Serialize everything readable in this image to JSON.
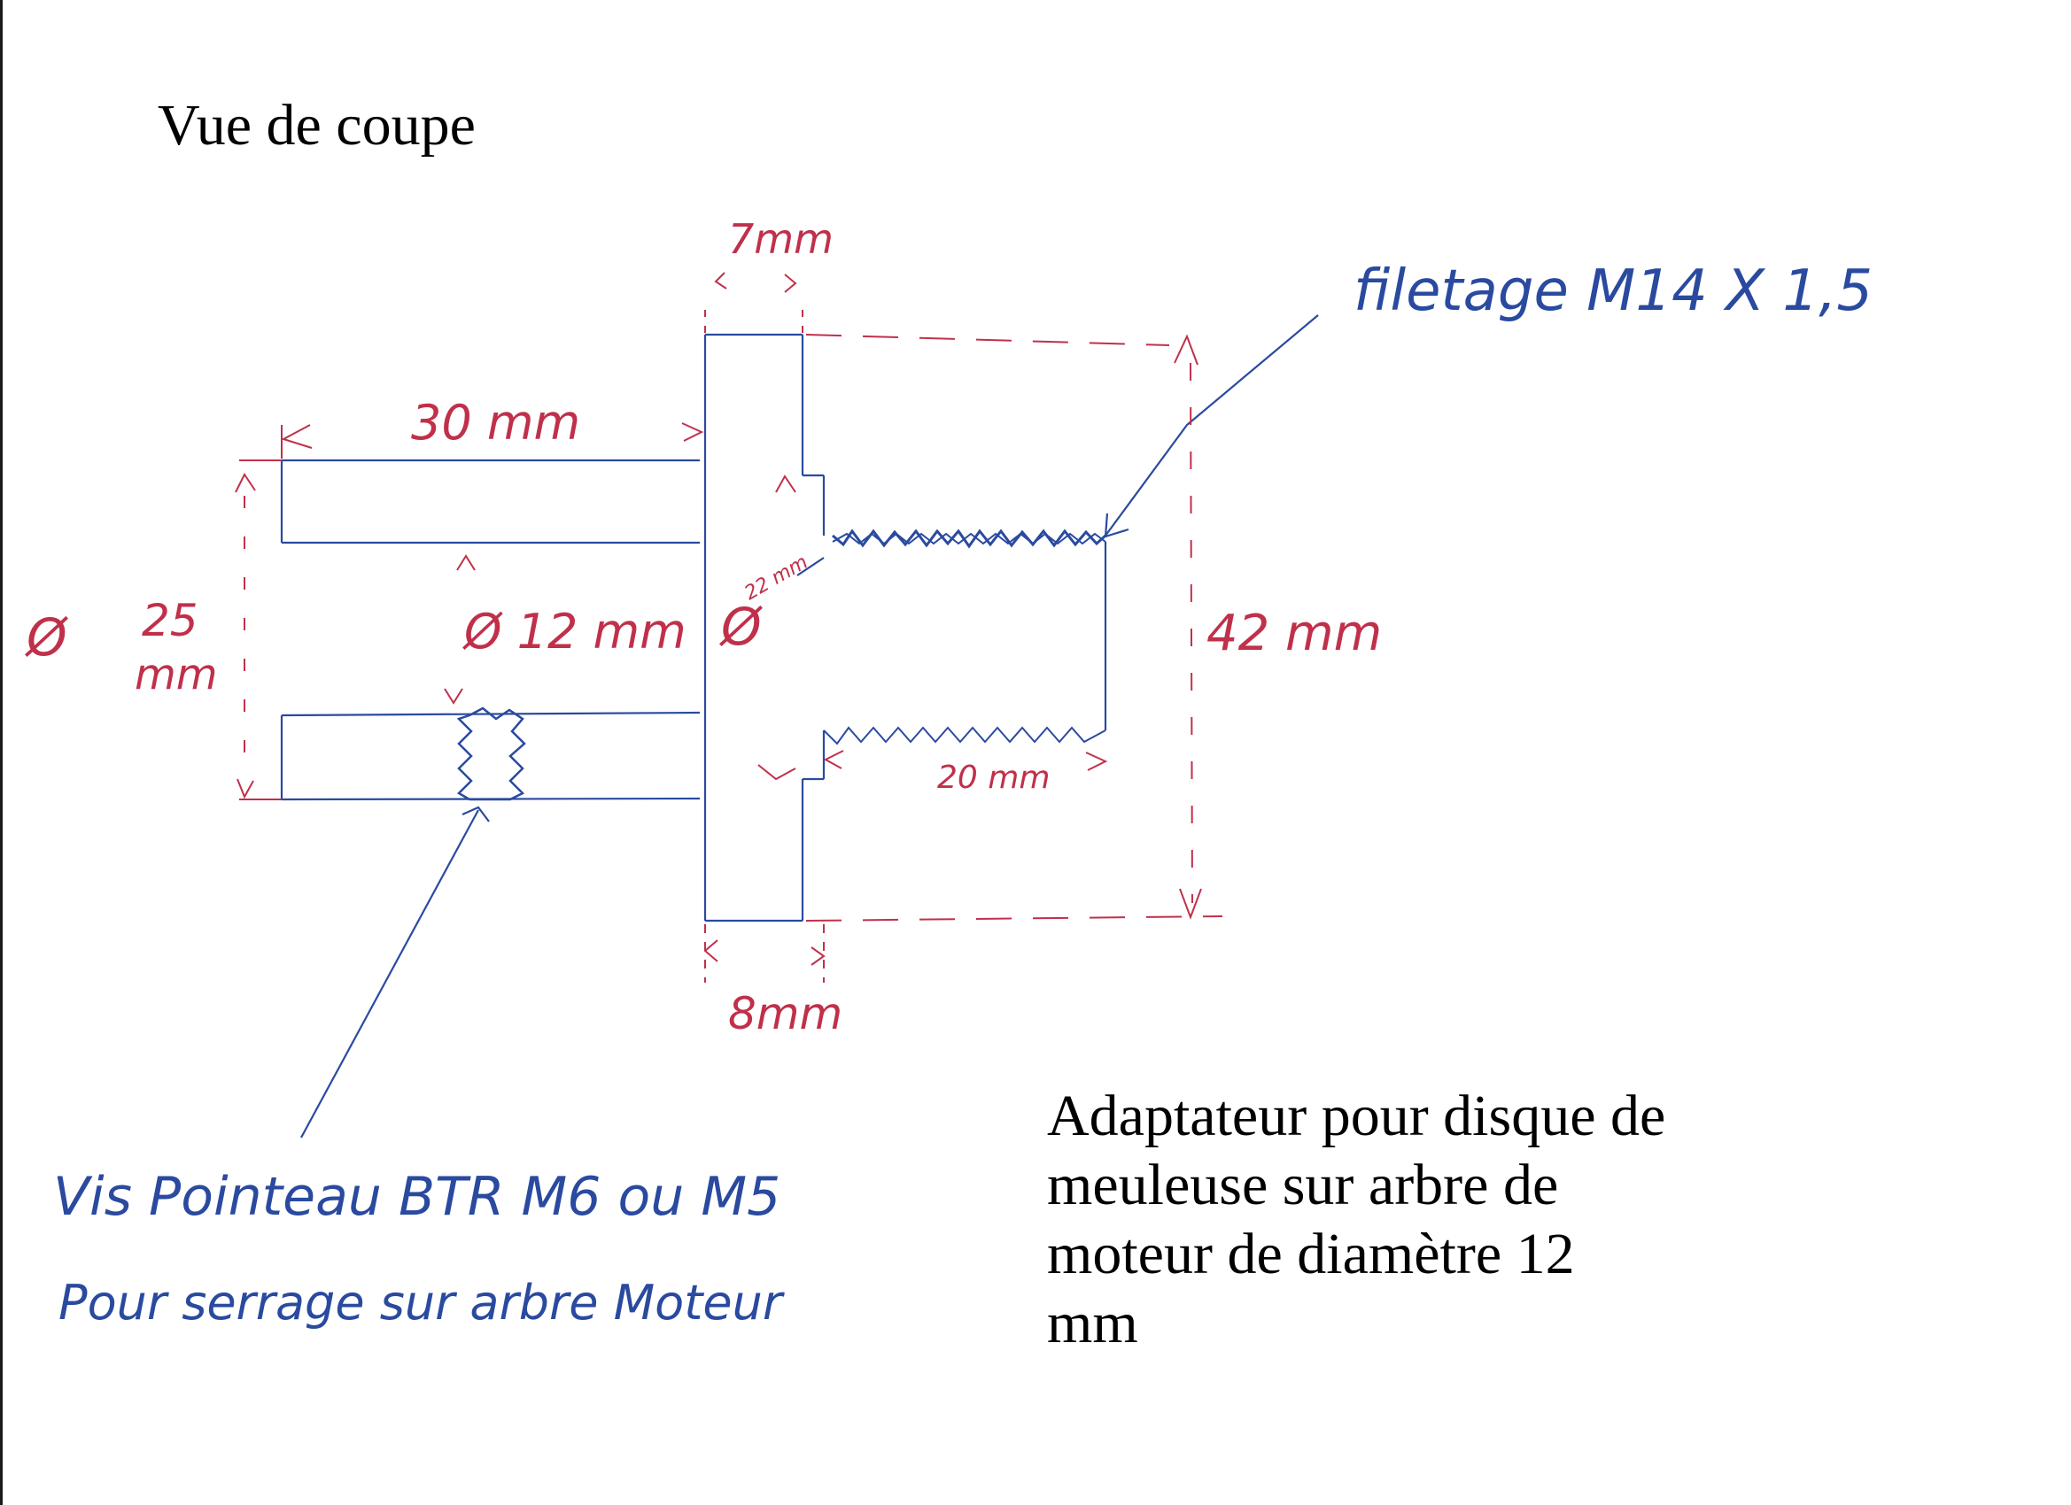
{
  "title": "Vue de coupe",
  "caption_lines": [
    "Adaptateur pour disque de",
    "meuleuse sur arbre de",
    "moteur  de diamètre 12",
    "mm"
  ],
  "dimensions": {
    "flange_width_top": "7mm",
    "shaft_length": "30 mm",
    "shaft_outer_diameter_symbol": "Ø",
    "shaft_outer_diameter_value": "25",
    "shaft_outer_diameter_unit": "mm",
    "bore_diameter": "Ø 12 mm",
    "spigot_diameter_symbol": "Ø",
    "spigot_diameter_value": "22 mm",
    "flange_height": "42 mm",
    "thread_length": "20 mm",
    "flange_width_bottom": "8mm"
  },
  "annotations": {
    "thread_label": "filetage M14 X 1,5",
    "screw_label_line1": "Vis Pointeau BTR M6 ou M5",
    "screw_label_line2": "Pour serrage sur arbre Moteur"
  },
  "colors": {
    "ink_blue": "#1f3a8a",
    "ink_red": "#c0304a",
    "print_black": "#000000"
  }
}
